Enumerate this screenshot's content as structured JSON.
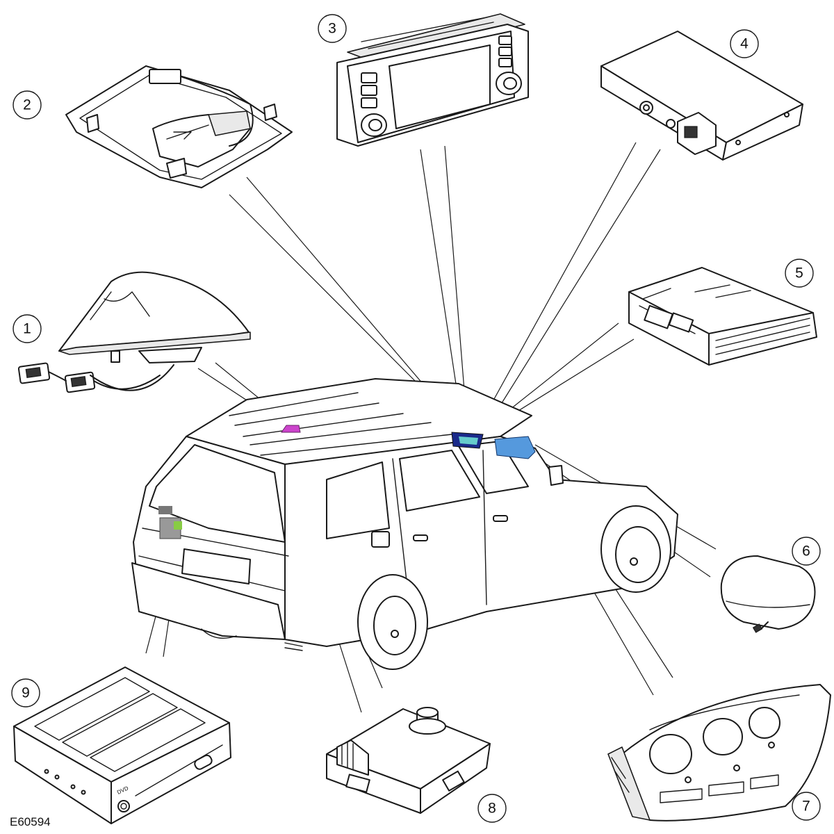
{
  "diagram": {
    "reference_code": "E60594",
    "callouts": [
      "1",
      "2",
      "3",
      "4",
      "5",
      "6",
      "7",
      "8",
      "9"
    ],
    "component_labels": {
      "dvd_player_label": "DVD"
    },
    "highlight_colors": {
      "roof_antenna": "#cc44cc",
      "front_module_dark": "#1a2a8a",
      "front_module_cyan": "#66cccc",
      "front_module_blue": "#5599dd",
      "rear_module_green": "#88cc44",
      "rear_module_gray": "#999999"
    },
    "icons": [
      "vehicle-outline",
      "roof-antenna",
      "overhead-module",
      "audio-head-unit",
      "control-module-box",
      "amplifier-module",
      "gps-antenna",
      "instrument-cluster",
      "control-module-with-knob",
      "dvd-player"
    ]
  }
}
